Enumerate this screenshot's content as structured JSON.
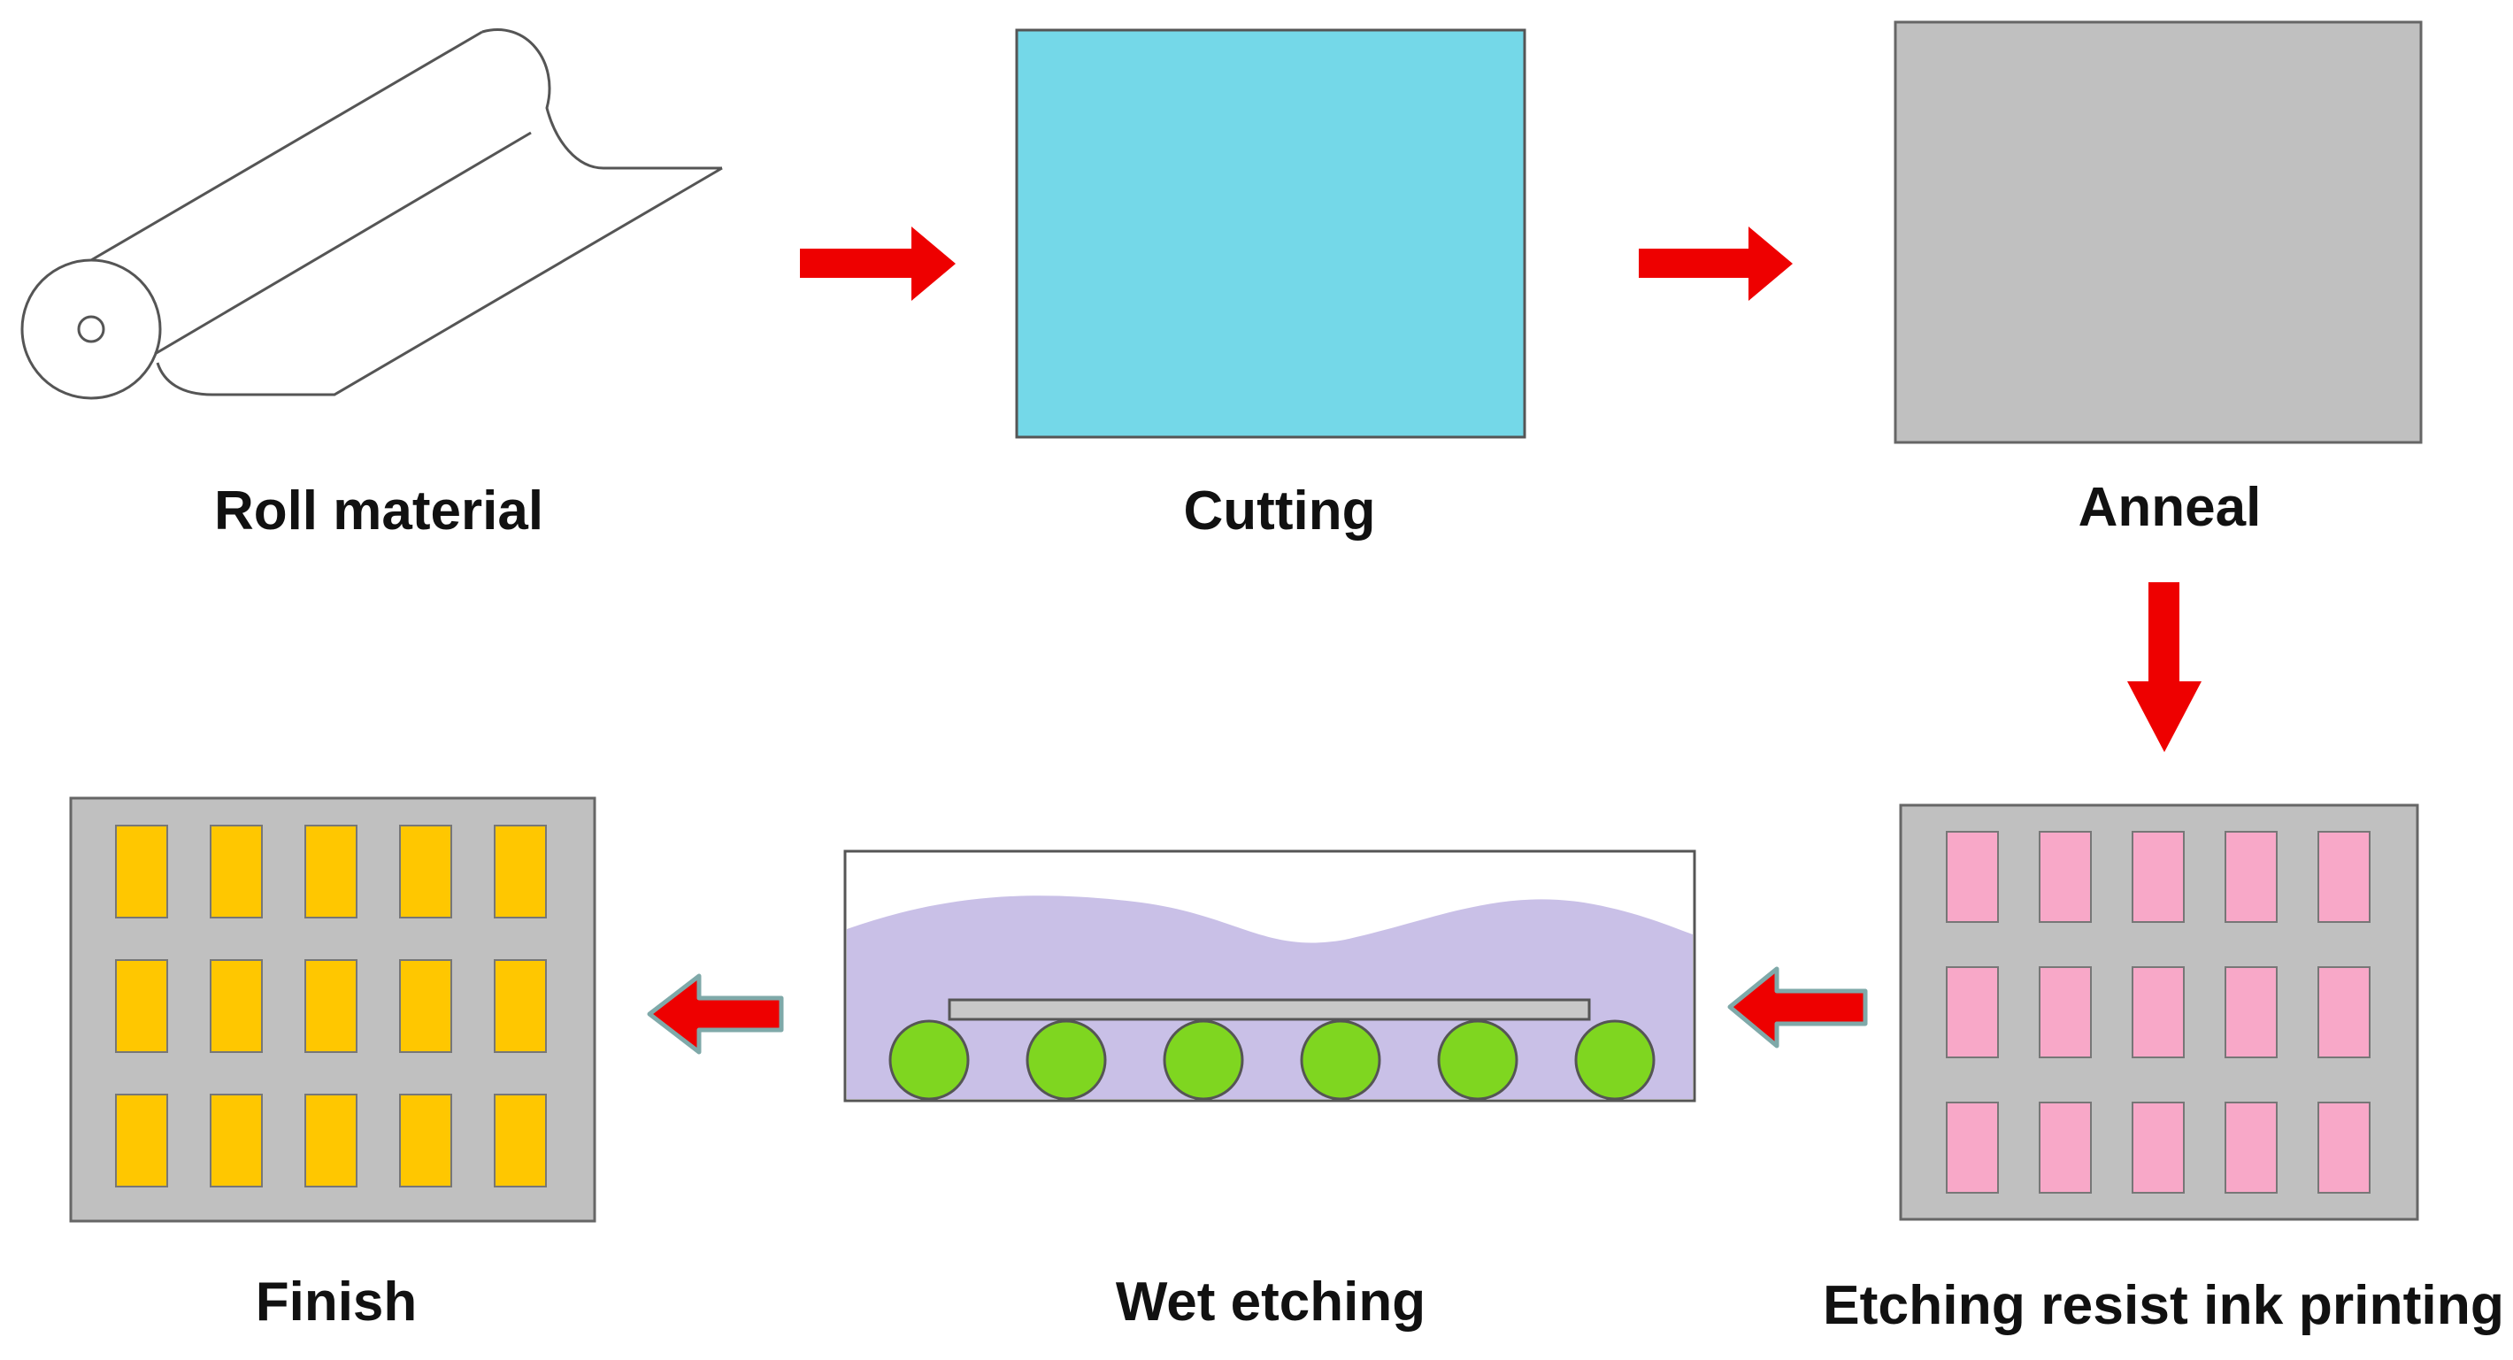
{
  "steps": [
    {
      "id": "roll",
      "label": "Roll material"
    },
    {
      "id": "cutting",
      "label": "Cutting"
    },
    {
      "id": "anneal",
      "label": "Anneal"
    },
    {
      "id": "printing",
      "label": "Etching resist ink printing"
    },
    {
      "id": "wet",
      "label": "Wet etching"
    },
    {
      "id": "finish",
      "label": "Finish"
    }
  ],
  "colors": {
    "cutting_sheet": "#74D8E8",
    "plate": "#C0C0C0",
    "ink_pad": "#F8A8C8",
    "finish_pad": "#FFC700",
    "etchant": "#C9C0E7",
    "roller": "#7FD620",
    "arrow": "#EE0000",
    "arrow_outline": "#7FA9A9",
    "line": "#555555"
  }
}
